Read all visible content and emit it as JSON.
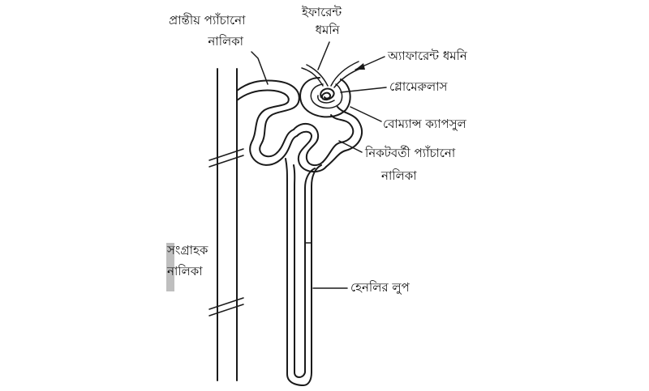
{
  "labels": {
    "distal_tubule": [
      "প্রান্তীয় প্যাঁচানো",
      "নালিকা"
    ],
    "efferent_artery": [
      "ইফারেন্ট",
      "ধমনি"
    ],
    "afferent_artery": "অ্যাফারেন্ট ধমনি",
    "glomerulus": "গ্লোমেরুলাস",
    "bowmans_capsule": "বোম্যান্স ক্যাপসুল",
    "proximal_tubule": [
      "নিকটবর্তী প্যাঁচানো",
      "নালিকা"
    ],
    "collecting_duct": [
      "সংগ্রাহক",
      "নালিকা"
    ],
    "loop_of_henle": "হেনলির লুপ"
  }
}
